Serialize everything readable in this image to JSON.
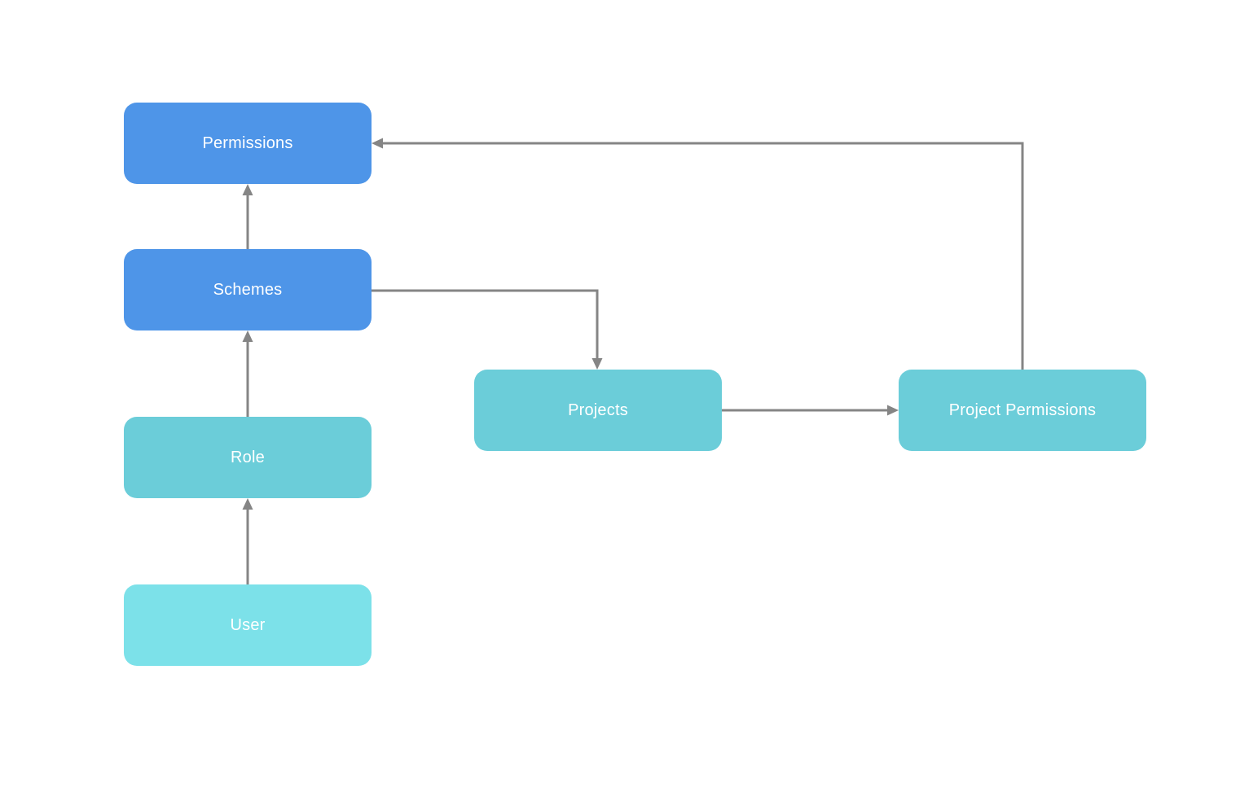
{
  "diagram": {
    "background_color": "#ffffff",
    "connector_color": "#858585",
    "text_color": "#ffffff",
    "nodes": [
      {
        "id": "permissions",
        "label": "Permissions",
        "color": "#4e95e8"
      },
      {
        "id": "schemes",
        "label": "Schemes",
        "color": "#4e95e8"
      },
      {
        "id": "role",
        "label": "Role",
        "color": "#6bcdd9"
      },
      {
        "id": "user",
        "label": "User",
        "color": "#7ce1e9"
      },
      {
        "id": "projects",
        "label": "Projects",
        "color": "#6bcdd9"
      },
      {
        "id": "project_permissions",
        "label": "Project Permissions",
        "color": "#6bcdd9"
      }
    ],
    "edges": [
      {
        "from": "user",
        "to": "role"
      },
      {
        "from": "role",
        "to": "schemes"
      },
      {
        "from": "schemes",
        "to": "permissions"
      },
      {
        "from": "schemes",
        "to": "projects"
      },
      {
        "from": "projects",
        "to": "project_permissions"
      },
      {
        "from": "project_permissions",
        "to": "permissions"
      }
    ]
  }
}
